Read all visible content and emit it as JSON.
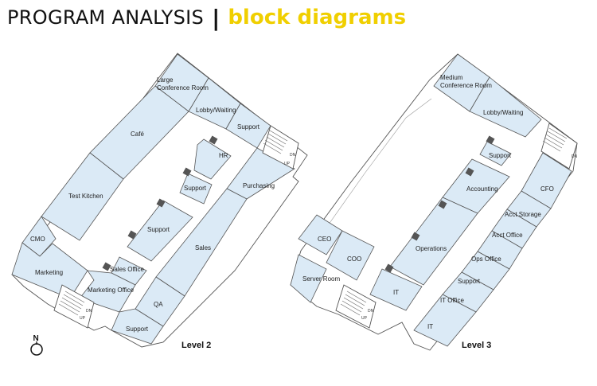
{
  "header": {
    "title": "PROGRAM ANALYSIS",
    "separator": "|",
    "subtitle": "block diagrams",
    "subtitle_color": "#f0cf00"
  },
  "colors": {
    "room_fill": "#dbeaf6",
    "wall_stroke": "#555555"
  },
  "north": {
    "label": "N"
  },
  "level2": {
    "label": "Level 2",
    "rooms": {
      "large_conference": [
        "Large",
        "Conference Room"
      ],
      "lobby": "Lobby/Waiting",
      "support_top": "Support",
      "cafe": "Café",
      "hr": "HR",
      "support_mid": "Support",
      "purchasing": "Purchasing",
      "test_kitchen": "Test Kitchen",
      "support_center": "Support",
      "sales": "Sales",
      "cmo": "CMO",
      "marketing": "Marketing",
      "sales_office": "Sales Office",
      "marketing_office": "Marketing Office",
      "qa": "QA",
      "support_bottom": "Support"
    },
    "stairs": {
      "up": "UP",
      "dn": "DN"
    }
  },
  "level3": {
    "label": "Level 3",
    "rooms": {
      "medium_conference": [
        "Medium",
        "Conference Room"
      ],
      "lobby": "Lobby/Waiting",
      "support_top": "Support",
      "accounting": "Accounting",
      "cfo": "CFO",
      "acct_storage": "Acct Storage",
      "acct_office": "Acct Office",
      "operations": "Operations",
      "ops_office": "Ops Office",
      "ceo": "CEO",
      "coo": "COO",
      "server_room": "Server Room",
      "support_lower": "Support",
      "it_middle": "IT",
      "it_office": "IT Office",
      "it_bottom": "IT"
    },
    "stairs": {
      "up": "UP",
      "dn": "DN"
    }
  }
}
